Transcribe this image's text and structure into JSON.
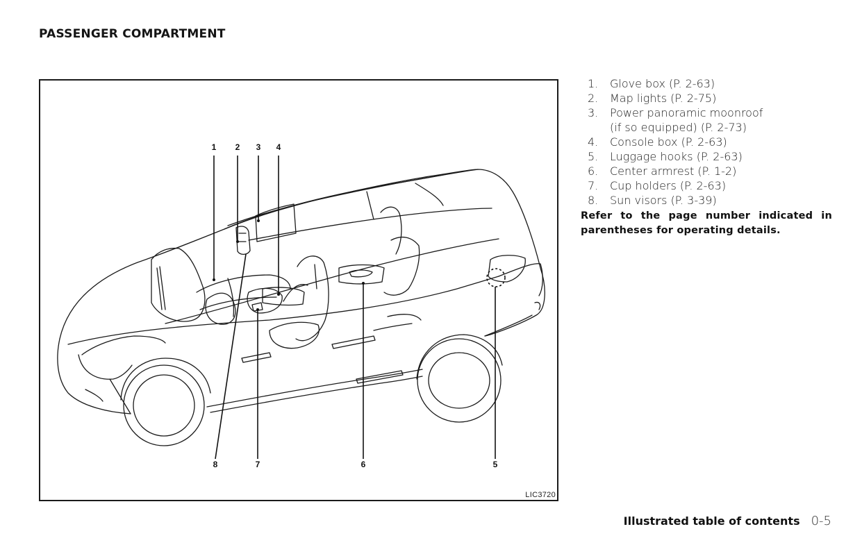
{
  "header": {
    "title": "PASSENGER COMPARTMENT"
  },
  "figure": {
    "code": "LIC3720",
    "callouts": [
      "1",
      "2",
      "3",
      "4",
      "5",
      "6",
      "7",
      "8"
    ]
  },
  "legend": {
    "items": [
      {
        "num": "1.",
        "text": "Glove box (P. 2-63)"
      },
      {
        "num": "2.",
        "text": "Map lights (P. 2-75)"
      },
      {
        "num": "3.",
        "text": "Power panoramic moonroof"
      },
      {
        "num": "",
        "text": "(if so equipped) (P. 2-73)"
      },
      {
        "num": "4.",
        "text": "Console box (P. 2-63)"
      },
      {
        "num": "5.",
        "text": "Luggage hooks (P. 2-63)"
      },
      {
        "num": "6.",
        "text": "Center armrest (P. 1-2)"
      },
      {
        "num": "7.",
        "text": "Cup holders (P. 2-63)"
      },
      {
        "num": "8.",
        "text": "Sun visors (P. 3-39)"
      }
    ],
    "note": "Refer to the page number indicated in parentheses for operating details."
  },
  "footer": {
    "section": "Illustrated table of contents",
    "page": "0-5"
  }
}
